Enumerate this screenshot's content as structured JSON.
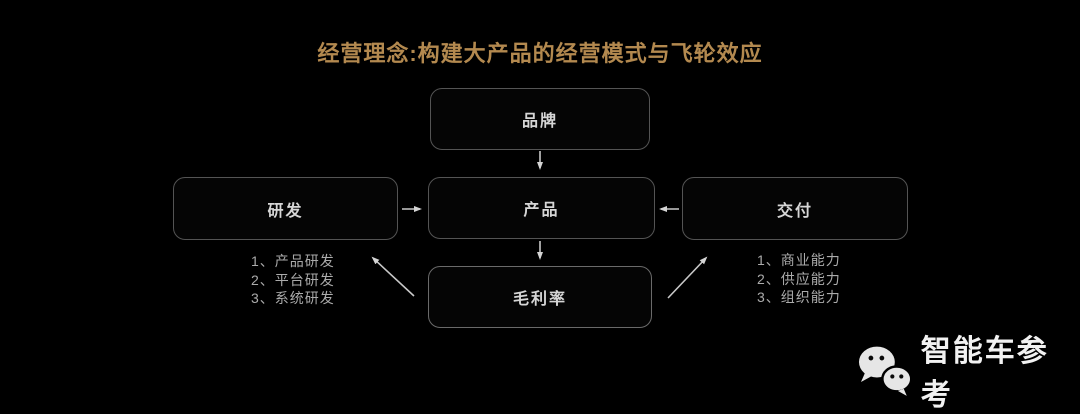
{
  "title": "经营理念:构建大产品的经营模式与飞轮效应",
  "colors": {
    "background": "#000000",
    "title_gold": "#b3894f",
    "box_border": "#545454",
    "box_text": "#d6d6d6",
    "list_text": "#ababab",
    "arrow": "#c9c9c9",
    "watermark_white": "#f2f2f2"
  },
  "diagram": {
    "nodes": {
      "brand": "品牌",
      "rd": "研发",
      "product": "产品",
      "delivery": "交付",
      "margin": "毛利率"
    },
    "left_list": {
      "items": [
        "1、产品研发",
        "2、平台研发",
        "3、系统研发"
      ]
    },
    "right_list": {
      "items": [
        "1、商业能力",
        "2、供应能力",
        "3、组织能力"
      ]
    }
  },
  "watermark": {
    "icon": "wechat-icon",
    "label": "智能车参考"
  }
}
